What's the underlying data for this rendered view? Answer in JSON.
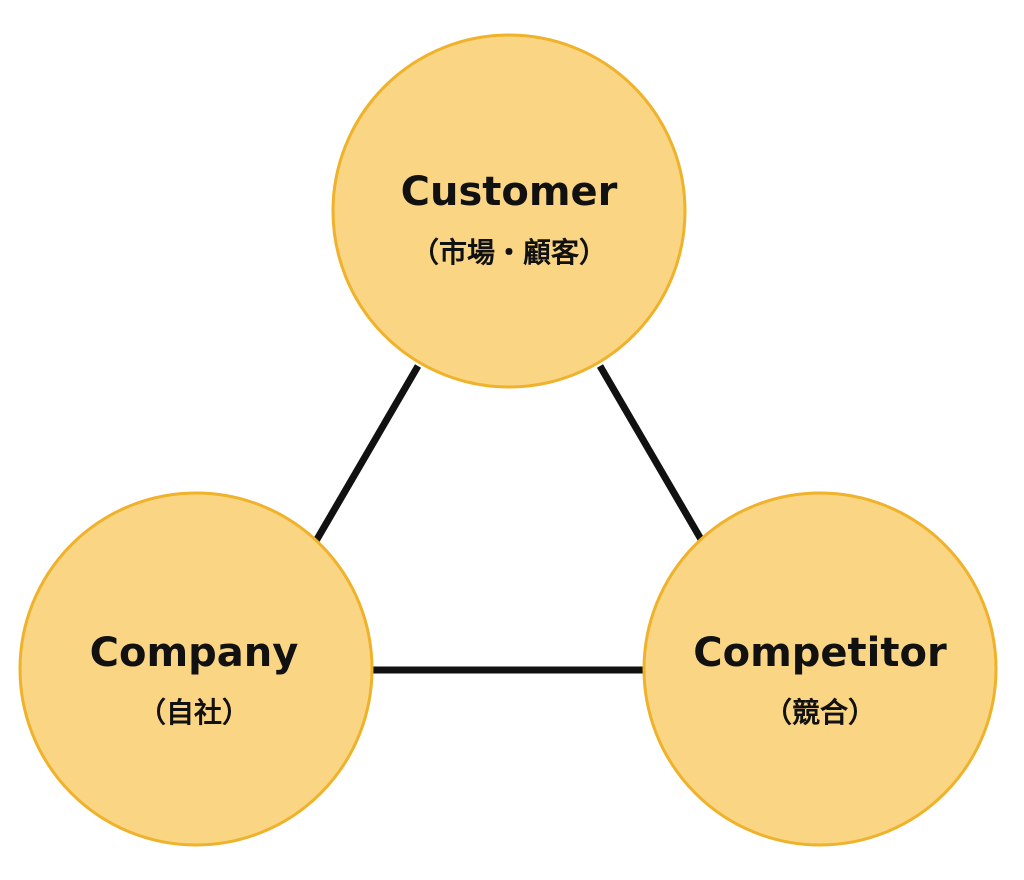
{
  "colors": {
    "node_fill": "#fad584",
    "node_stroke": "#efb22a",
    "connector": "#111111",
    "text": "#111111"
  },
  "nodes": {
    "customer": {
      "title": "Customer",
      "subtitle": "（市場・顧客）"
    },
    "company": {
      "title": "Company",
      "subtitle": "（自社）"
    },
    "competitor": {
      "title": "Competitor",
      "subtitle": "（競合）"
    }
  },
  "edges": [
    {
      "from": "customer",
      "to": "company"
    },
    {
      "from": "customer",
      "to": "competitor"
    },
    {
      "from": "company",
      "to": "competitor"
    }
  ]
}
